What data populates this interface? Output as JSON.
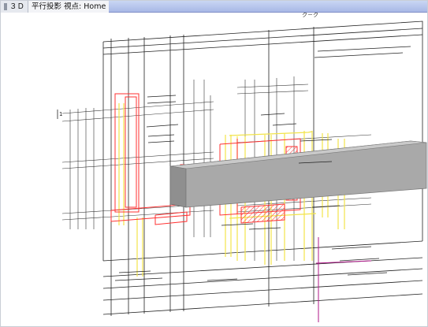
{
  "viewport": {
    "view_label": "３Ｄ",
    "mode_label": "平行投影 視点: Home"
  },
  "drawing": {
    "section_mark": "1",
    "top_label": "ク－ク",
    "colors": {
      "line": "#222222",
      "red": "#ff3030",
      "yellow": "#f2e44a",
      "magenta": "#b0178a",
      "beam_fill": "#a9a9a9"
    }
  }
}
